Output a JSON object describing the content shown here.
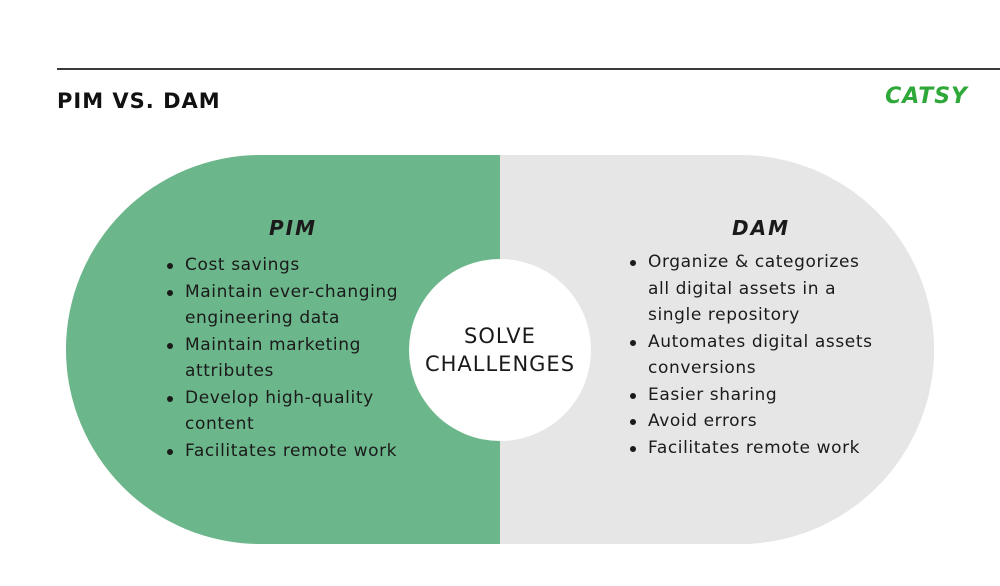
{
  "header": {
    "title": "PIM VS. DAM",
    "logo": "CATSY"
  },
  "center": {
    "label_line1": "SOLVE",
    "label_line2": "CHALLENGES"
  },
  "pim": {
    "heading": "PIM",
    "items": [
      "Cost savings",
      "Maintain ever-changing engineering data",
      "Maintain marketing attributes",
      "Develop high-quality content",
      "Facilitates remote work"
    ]
  },
  "dam": {
    "heading": "DAM",
    "items": [
      "Organize & categorizes all digital assets in a single repository",
      "Automates digital assets conversions",
      "Easier sharing",
      "Avoid errors",
      "Facilitates remote work"
    ]
  },
  "colors": {
    "pim_fill": "#6bb68a",
    "dam_fill": "#e6e6e6",
    "logo": "#2fa83a"
  }
}
